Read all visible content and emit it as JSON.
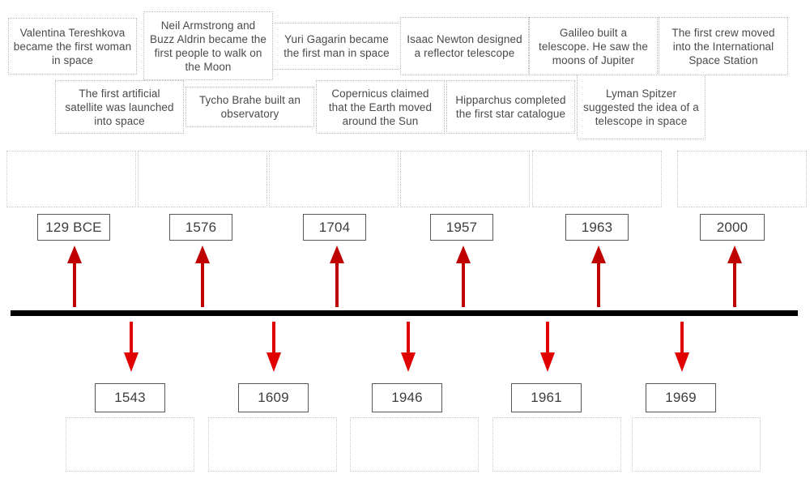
{
  "activity": {
    "type": "timeline-sorting-activity",
    "axis_color": "#000000",
    "up_arrow_color": "#c00000",
    "down_arrow_color": "#e00000",
    "card_border_color": "#b9b9b9",
    "datebox_border_color": "#585858"
  },
  "cards_row_top": [
    {
      "text": "Valentina Tereshkova became the first woman in space"
    },
    {
      "text": "Neil Armstrong and Buzz Aldrin became the first people to walk on the Moon"
    },
    {
      "text": "Yuri Gagarin became the first man in space"
    },
    {
      "text": "Isaac Newton designed a reflector telescope"
    },
    {
      "text": "Galileo built a telescope. He saw the moons of Jupiter"
    },
    {
      "text": "The first crew moved into the International Space Station"
    }
  ],
  "cards_row_second": [
    {
      "text": "The first artificial satellite was launched into space"
    },
    {
      "text": "Tycho Brahe built an observatory"
    },
    {
      "text": "Copernicus claimed that the Earth moved around the Sun"
    },
    {
      "text": "Hipparchus completed the first star catalogue"
    },
    {
      "text": "Lyman Spitzer suggested the idea of a telescope in space"
    }
  ],
  "dropzones_above": [
    {
      "label": ""
    },
    {
      "label": ""
    },
    {
      "label": ""
    },
    {
      "label": ""
    },
    {
      "label": ""
    },
    {
      "label": ""
    }
  ],
  "dates_above_axis": [
    {
      "value": "129 BCE"
    },
    {
      "value": "1576"
    },
    {
      "value": "1704"
    },
    {
      "value": "1957"
    },
    {
      "value": "1963"
    },
    {
      "value": "2000"
    }
  ],
  "dates_below_axis": [
    {
      "value": "1543"
    },
    {
      "value": "1609"
    },
    {
      "value": "1946"
    },
    {
      "value": "1961"
    },
    {
      "value": "1969"
    }
  ],
  "dropzones_below": [
    {
      "label": ""
    },
    {
      "label": ""
    },
    {
      "label": ""
    },
    {
      "label": ""
    },
    {
      "label": ""
    }
  ],
  "arrows_up": [
    {
      "name": "up-arrow-1"
    },
    {
      "name": "up-arrow-2"
    },
    {
      "name": "up-arrow-3"
    },
    {
      "name": "up-arrow-4"
    },
    {
      "name": "up-arrow-5"
    },
    {
      "name": "up-arrow-6"
    }
  ],
  "arrows_down": [
    {
      "name": "down-arrow-1"
    },
    {
      "name": "down-arrow-2"
    },
    {
      "name": "down-arrow-3"
    },
    {
      "name": "down-arrow-4"
    },
    {
      "name": "down-arrow-5"
    }
  ]
}
